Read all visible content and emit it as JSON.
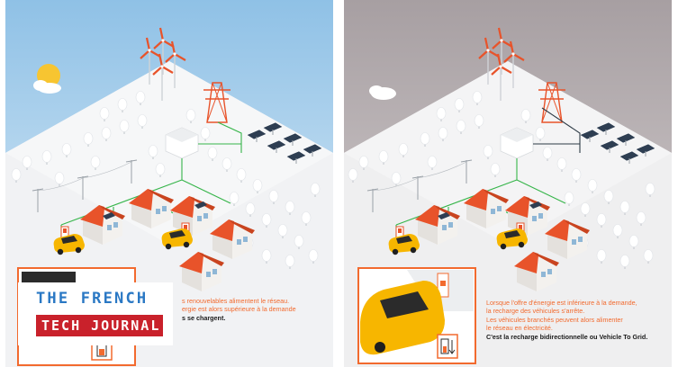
{
  "left_panel": {
    "caption": {
      "line1": "s renouvelables alimentent le réseau.",
      "line2": "ergie est alors supérieure à la demande",
      "line3": "s se chargent."
    }
  },
  "right_panel": {
    "caption": {
      "line1": "Lorsque l'offre d'énergie est inférieure à la demande,",
      "line2": "la recharge des véhicules s'arrête.",
      "line3": "Les véhicules branchés peuvent alors alimenter",
      "line4": "le réseau en électricité.",
      "line5": "C'est la recharge bidirectionnelle ou Vehicle To Grid."
    }
  },
  "logo": {
    "line1": "THE FRENCH",
    "line2": "TECH JOURNAL"
  },
  "colors": {
    "sky_day": "#9ecbea",
    "sky_evening": "#b3aaad",
    "roof": "#e8532a",
    "car": "#f7b600",
    "cable_green": "#36b54a",
    "cable_dark": "#2d3a45",
    "solar_panel": "#2e3e52",
    "accent_orange": "#f26a2e"
  }
}
